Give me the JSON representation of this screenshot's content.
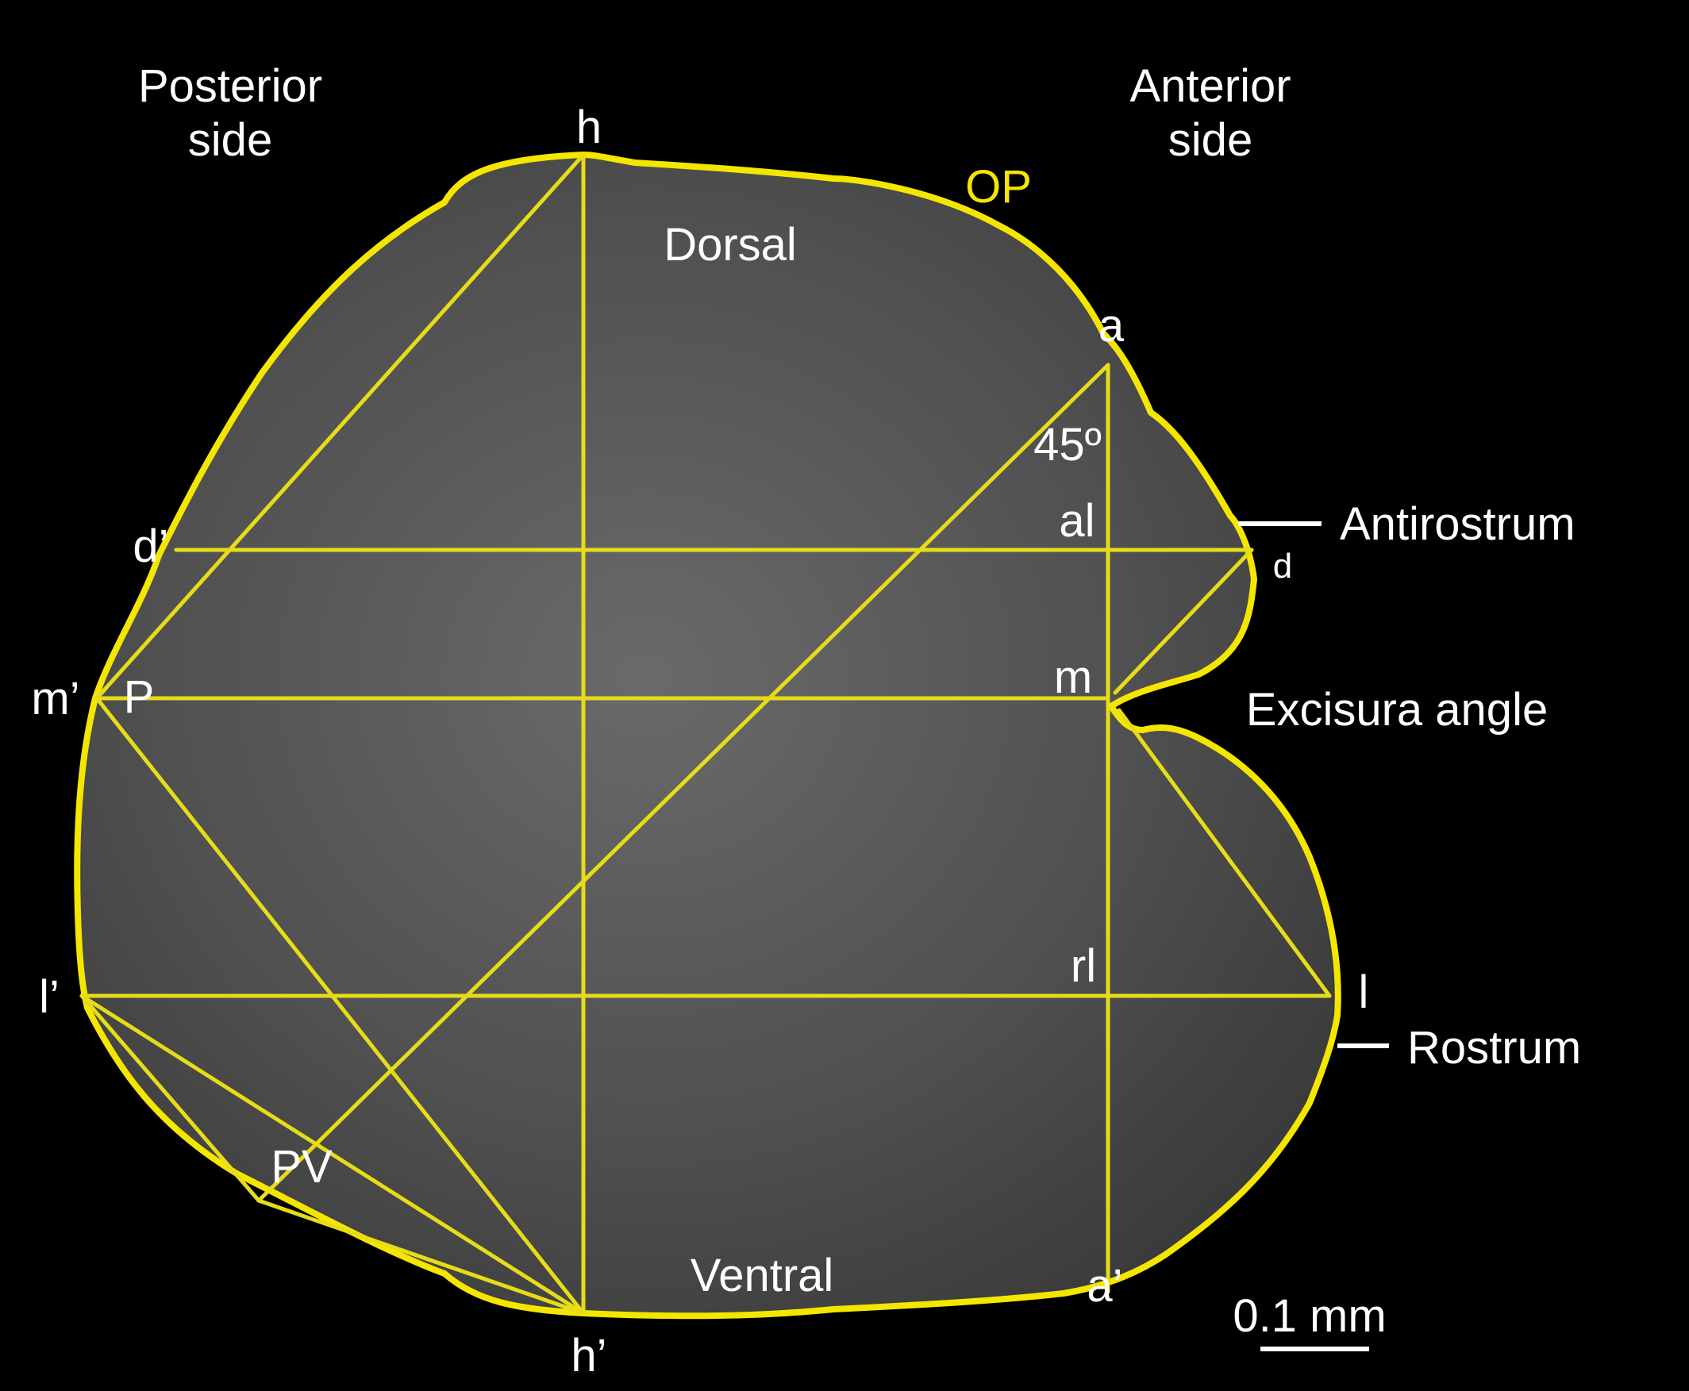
{
  "colors": {
    "background": "#000000",
    "outline": "#f5e600",
    "guide": "#e6dc18",
    "label": "#ffffff",
    "otolith_fill": "#5a5a5a"
  },
  "labels": {
    "posterior_line1": "Posterior",
    "posterior_line2": "side",
    "anterior_line1": "Anterior",
    "anterior_line2": "side",
    "h": "h",
    "op": "OP",
    "dorsal": "Dorsal",
    "a": "a",
    "angle45": "45º",
    "al": "al",
    "antirostrum": "Antirostrum",
    "d_prime": "d’",
    "d": "d",
    "m_prime": "m’",
    "p": "P",
    "m": "m",
    "excisura_angle": "Excisura angle",
    "l_prime": "l’",
    "rl": "rl",
    "l": "l",
    "rostrum": "Rostrum",
    "pv": "PV",
    "ventral": "Ventral",
    "a_prime": "a’",
    "h_prime": "h’",
    "scale_bar": "0.1 mm"
  }
}
